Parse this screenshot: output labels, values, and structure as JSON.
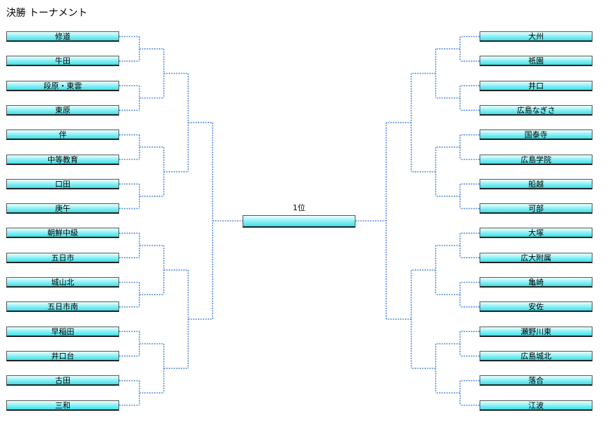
{
  "title": "決勝 トーナメント",
  "final_label": "1位",
  "left_teams": [
    "修道",
    "牛田",
    "段原・東雲",
    "東原",
    "伴",
    "中等教育",
    "口田",
    "庚午",
    "朝鮮中級",
    "五日市",
    "城山北",
    "五日市南",
    "早稲田",
    "井口台",
    "古田",
    "三和"
  ],
  "right_teams": [
    "大州",
    "祇園",
    "井口",
    "広島なぎさ",
    "国泰寺",
    "広島学院",
    "船越",
    "可部",
    "大塚",
    "広大附属",
    "亀崎",
    "安佐",
    "瀬野川東",
    "広島城北",
    "落合",
    "江波"
  ],
  "line_color": "#5b8fd9"
}
